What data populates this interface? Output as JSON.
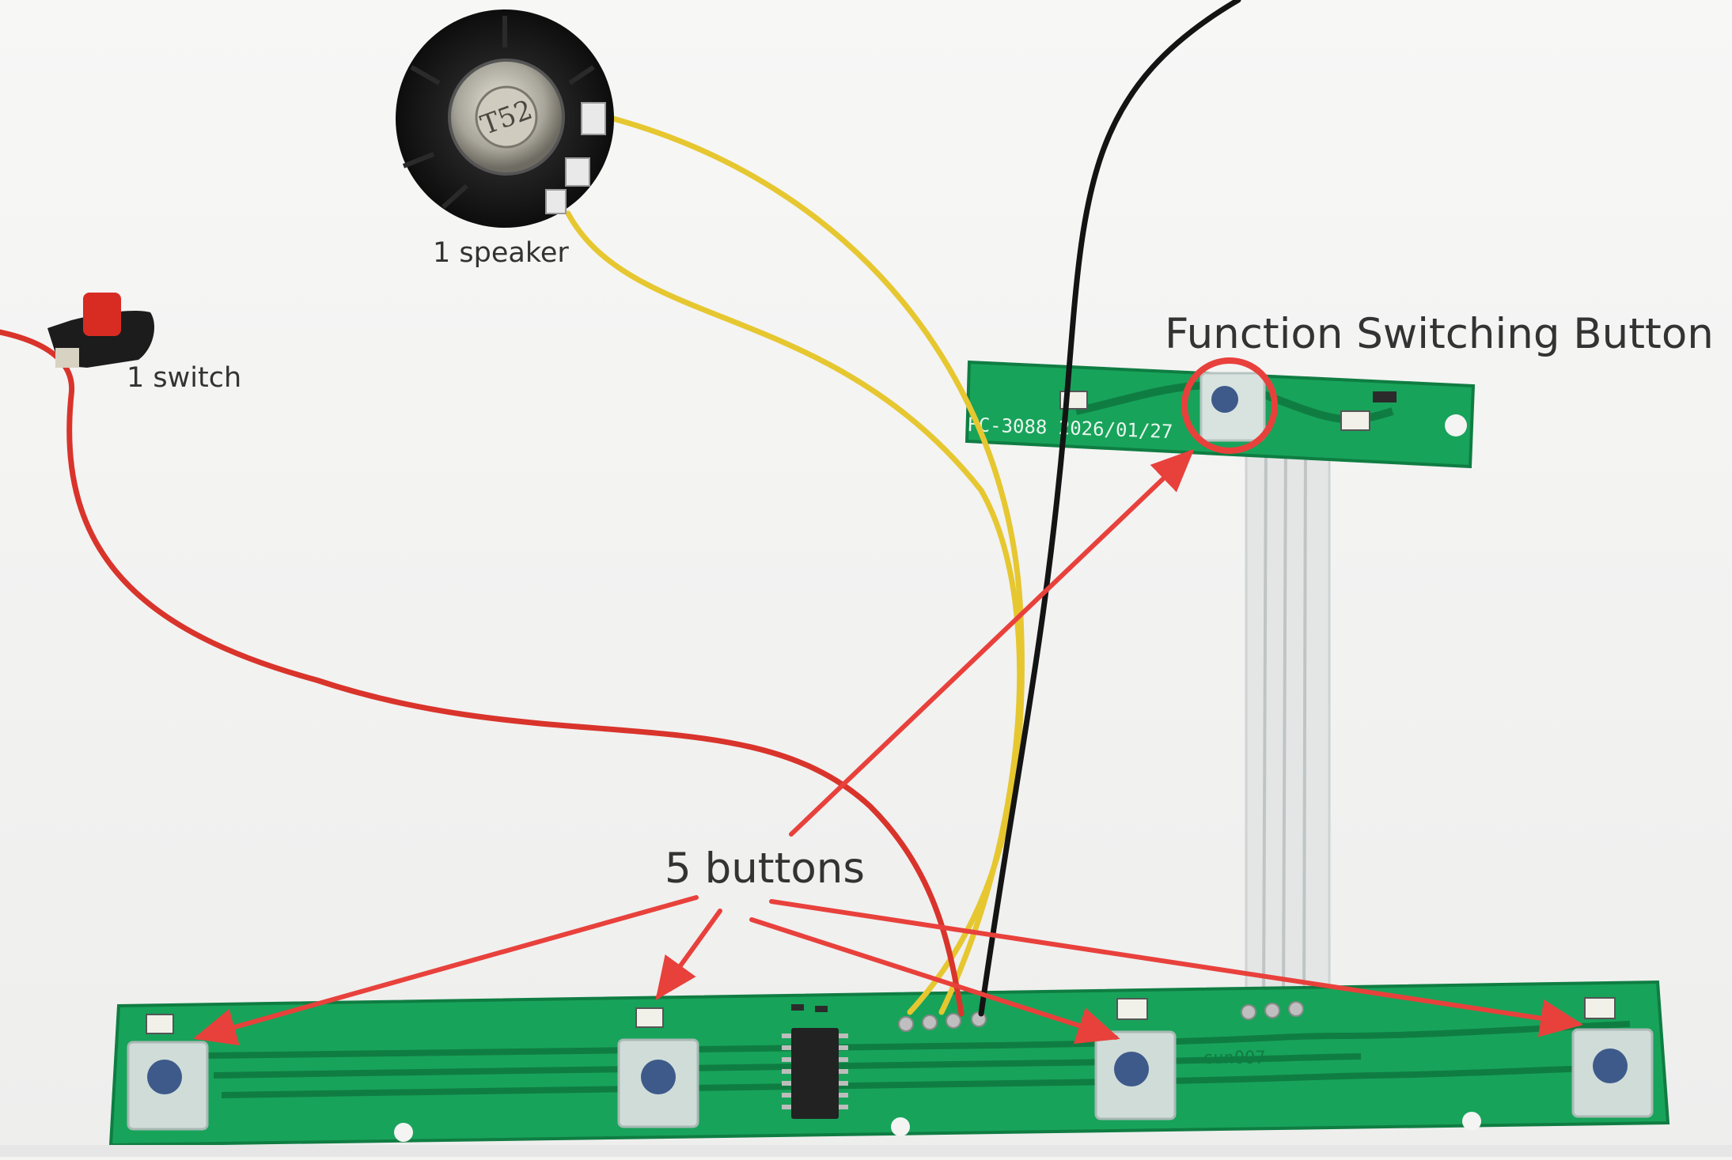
{
  "annotations": {
    "speaker_label": "1 speaker",
    "switch_label": "1 switch",
    "function_button_label": "Function Switching Button",
    "buttons_label": "5 buttons"
  },
  "pcb_text": {
    "small_board_marking": "FC-3088 2026/01/27",
    "main_board_marking": "cun007"
  },
  "speaker_marking": "T52",
  "colors": {
    "pcb": "#18a35a",
    "pcb_dark": "#0f7d42",
    "annotation_red": "#e8413c",
    "wire_yellow": "#e6c730",
    "wire_red": "#d9342b",
    "wire_black": "#141414"
  }
}
